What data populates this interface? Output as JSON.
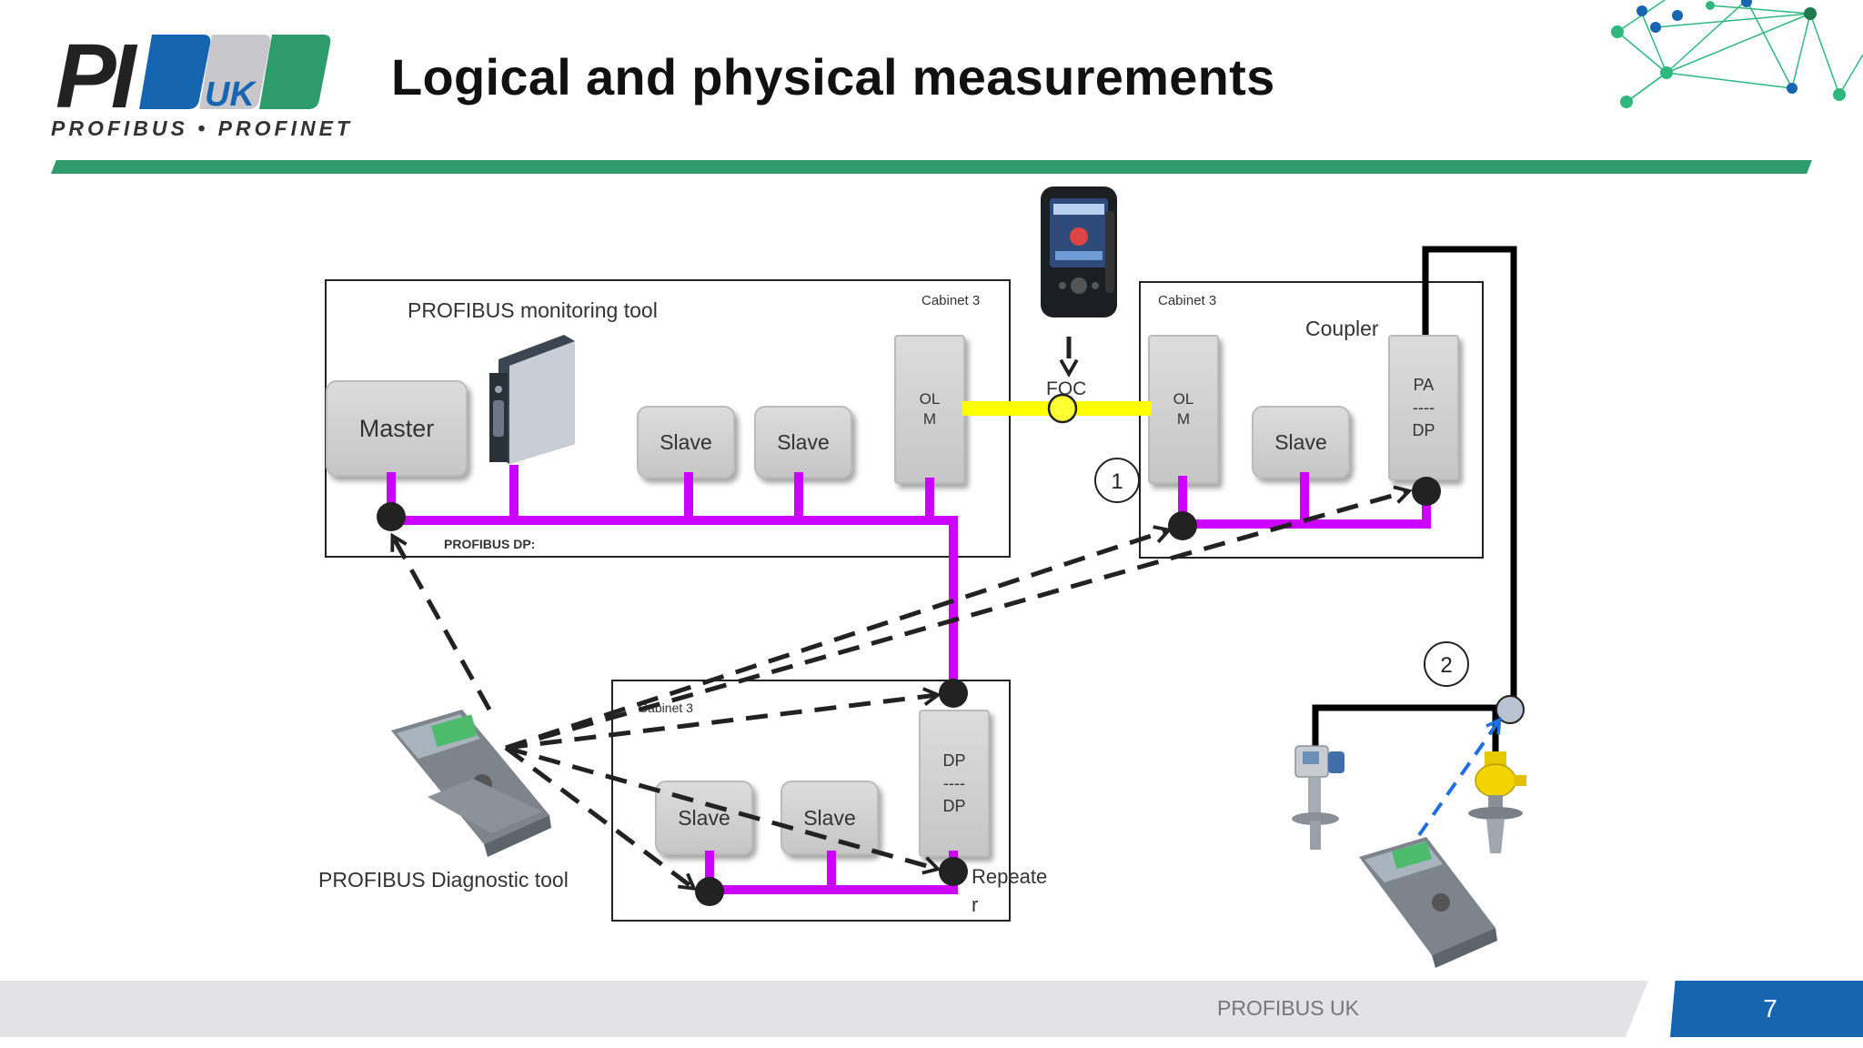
{
  "slide": {
    "title": "Logical and physical measurements",
    "footer_text": "PROFIBUS UK",
    "page_number": "7"
  },
  "logo": {
    "letters": "PI",
    "uk": "UK",
    "tagline": "PROFIBUS • PROFINET"
  },
  "diagram": {
    "left_cabinet": {
      "tool_label": "PROFIBUS monitoring tool",
      "cabinet_label": "Cabinet 3",
      "master_label": "Master",
      "slave_labels": [
        "Slave",
        "Slave"
      ],
      "olm_label": [
        "OL",
        "M"
      ],
      "bus_label": "PROFIBUS DP:"
    },
    "right_cabinet": {
      "cabinet_label": "Cabinet 3",
      "coupler_label": "Coupler",
      "olm_label": [
        "OL",
        "M"
      ],
      "slave_label": "Slave",
      "pa_dp_label": [
        "PA",
        "----",
        "DP"
      ]
    },
    "bottom_cabinet": {
      "cabinet_label": "Cabinet 3",
      "slave_labels": [
        "Slave",
        "Slave"
      ],
      "dp_dp_label": [
        "DP",
        "----",
        "DP"
      ],
      "repeater_label": [
        "Repeate",
        "r"
      ]
    },
    "foc_label": "FOC",
    "diagnostic_tool_label": "PROFIBUS Diagnostic tool",
    "markers": [
      "1",
      "2"
    ]
  },
  "colors": {
    "profibus_dp": "#cc00ff",
    "fiber_optic": "#ffff00",
    "profibus_pa": "#000000",
    "blue_link": "#1f6fe0",
    "accent_green": "#2e9c6c",
    "accent_blue": "#1565b0"
  }
}
